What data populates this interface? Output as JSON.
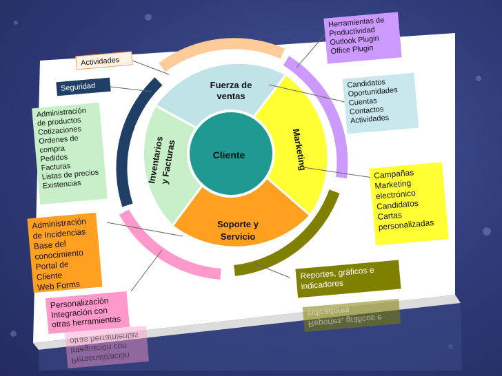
{
  "center": "Cliente",
  "segments": {
    "fuerza": [
      "Fuerza de",
      "ventas"
    ],
    "marketing": "Marketing",
    "soporte": [
      "Soporte y",
      "Servicio"
    ],
    "inventarios": [
      "Inventarios",
      "y Facturas"
    ]
  },
  "labels": {
    "actividades": "Actividades",
    "seguridad": "Seguridad",
    "herramientas": [
      "Herramientas de",
      "Productividad",
      "Outlook Plugin",
      "Office Plugin"
    ],
    "candidatos": [
      "Candidatos",
      "Oportunidades",
      "Cuentas",
      "Contactos",
      "Actividades"
    ],
    "administracion": [
      "Administración",
      "de productos",
      "Cotizaciones",
      "Ordenes de",
      "compra",
      "Pedidos",
      "Facturas",
      "Listas de precios",
      "Existencias"
    ],
    "campanas": [
      "Campañas",
      "Marketing",
      "electrónico",
      "Candidatos",
      "Cartas",
      "personalizadas"
    ],
    "incidencias": [
      "Administración",
      "de Incidencias",
      "Base del",
      "conocimiento",
      "Portal de Cliente",
      "Web Forms"
    ],
    "reportes": [
      "Reportes, gráficos e",
      "indicadores"
    ],
    "personalizacion": [
      "Personalización",
      "Integración con",
      "otras herramientas"
    ]
  },
  "colors": {
    "background": "#2f3a78",
    "fuerza": "#bfe3e6",
    "marketing": "#ffff33",
    "soporte": "#ffa020",
    "inventarios": "#c8f0c8",
    "center": "#1f9a93",
    "ring_orange": "#ffcc99",
    "ring_purple": "#cc99ff",
    "ring_navy": "#1f3f66",
    "ring_olive": "#808000",
    "ring_pink": "#ff99cc"
  }
}
